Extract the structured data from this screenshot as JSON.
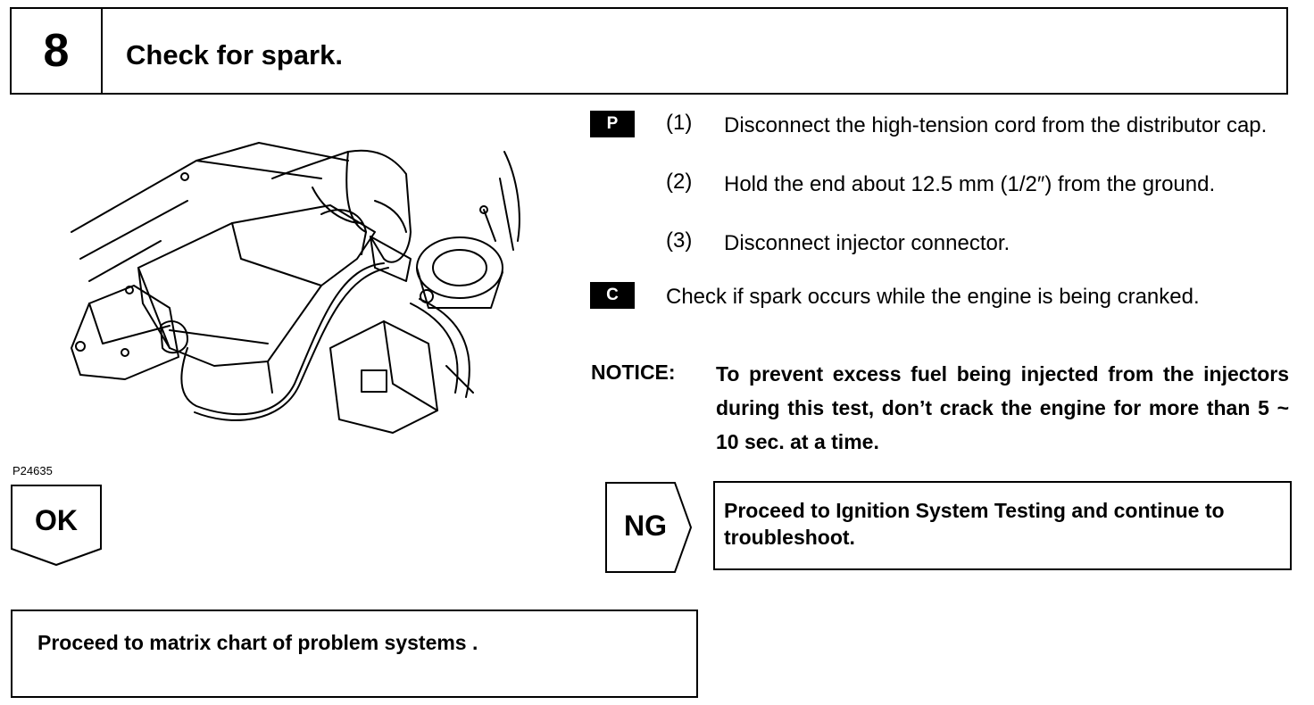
{
  "header": {
    "step_number": "8",
    "title": "Check for spark."
  },
  "figure": {
    "code": "P24635",
    "icon": "engine-spark-test-illustration"
  },
  "procedure": {
    "tag_p": "P",
    "steps": [
      {
        "num": "(1)",
        "text": "Disconnect the high-tension cord from the distributor cap."
      },
      {
        "num": "(2)",
        "text": "Hold the end about 12.5 mm (1/2″) from the ground."
      },
      {
        "num": "(3)",
        "text": "Disconnect injector connector."
      }
    ]
  },
  "check": {
    "tag_c": "C",
    "text": "Check if spark occurs while the engine is being cranked."
  },
  "notice": {
    "label": "NOTICE:",
    "text": "To prevent excess fuel being injected from the injectors during this test, don’t crack the engine for more than 5 ~ 10 sec. at a time."
  },
  "results": {
    "ok_label": "OK",
    "ng_label": "NG",
    "ng_action": "Proceed to Ignition System Testing and continue to troubleshoot.",
    "ok_action": "Proceed to matrix chart of problem systems ."
  }
}
